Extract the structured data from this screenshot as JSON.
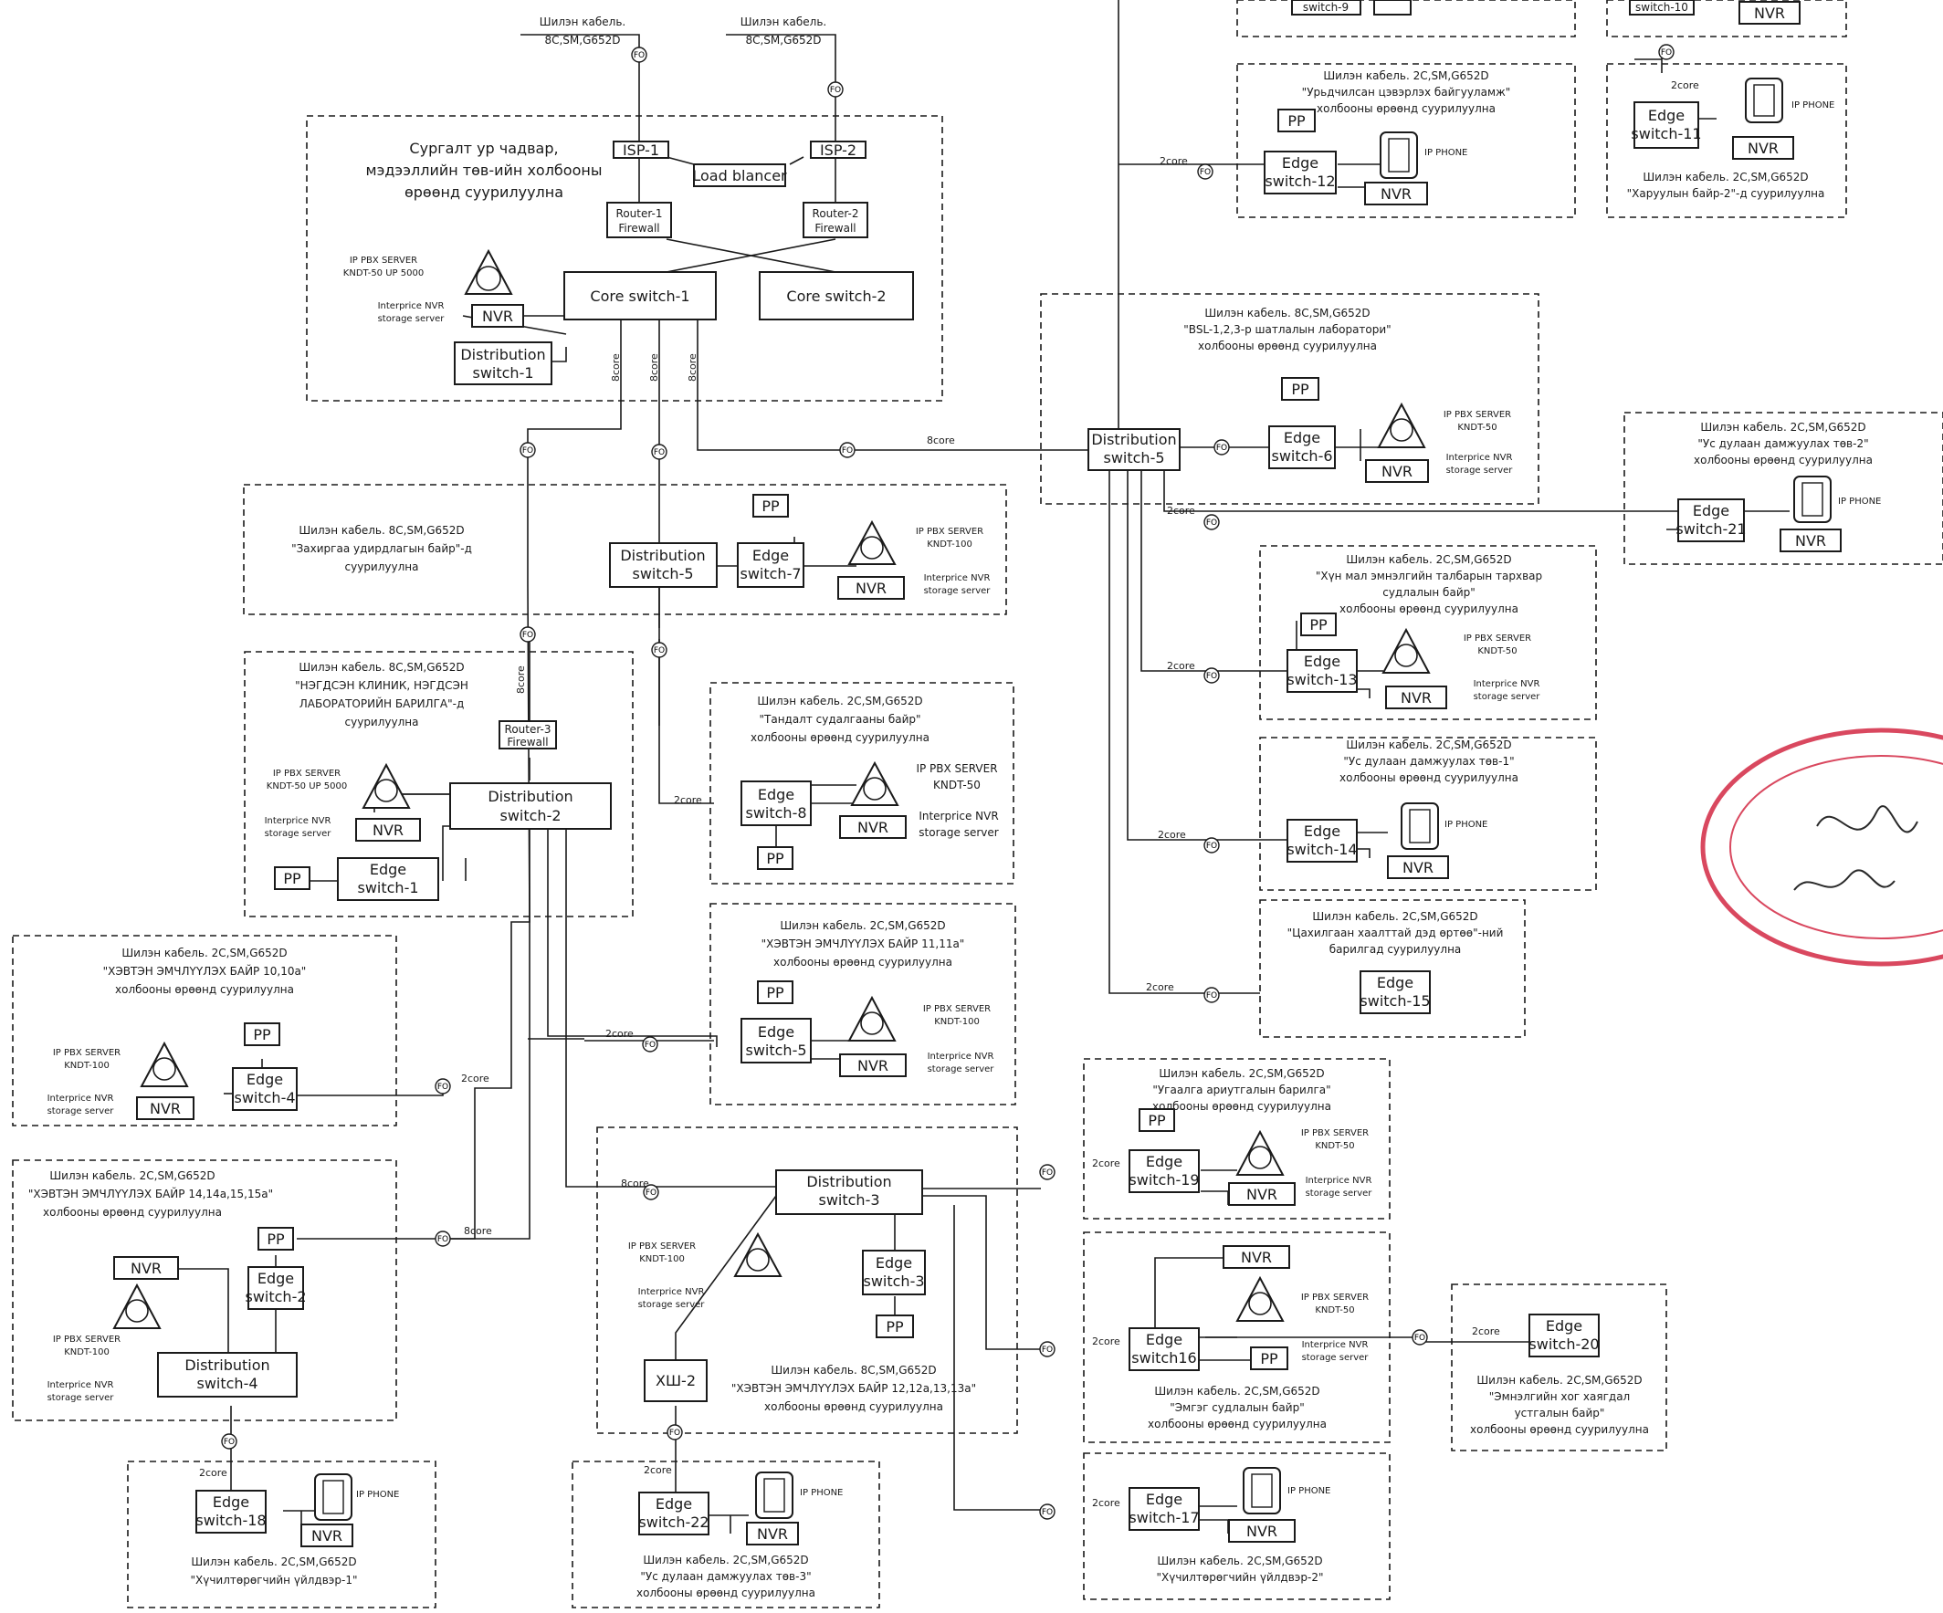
{
  "diagram": {
    "fo_label": "FO",
    "top_cables": [
      {
        "line1": "Шилэн кабель.",
        "line2": "8C,SM,G652D"
      },
      {
        "line1": "Шилэн кабель.",
        "line2": "8C,SM,G652D"
      }
    ],
    "core": {
      "title": [
        "Сургалт ур чадвар,",
        "мэдээллийн төв-ийн холбооны",
        "өрөөнд суурилуулна"
      ],
      "isp1": "ISP-1",
      "isp2": "ISP-2",
      "load_balancer": "Load blancer",
      "router1": [
        "Router-1",
        "Firewall"
      ],
      "router2": [
        "Router-2",
        "Firewall"
      ],
      "core1": "Core switch-1",
      "core2": "Core switch-2",
      "pbx": [
        "IP PBX SERVER",
        "KNDT-50 UP 5000"
      ],
      "nvr": "NVR",
      "nvr_note": [
        "Interprice NVR",
        "storage server"
      ],
      "dist1": [
        "Distribution",
        "switch-1"
      ]
    },
    "labels": {
      "pp": "PP",
      "nvr": "NVR",
      "ip_phone": "IP PHONE",
      "pbx100": [
        "IP PBX SERVER",
        "KNDT-100"
      ],
      "pbx50": [
        "IP PBX SERVER",
        "KNDT-50"
      ],
      "nvr_note": [
        "Interprice NVR",
        "storage server"
      ],
      "core8": "8core",
      "core2": "2core"
    },
    "zones": {
      "zahirgaa": {
        "text": [
          "Шилэн кабель. 8C,SM,G652D",
          "\"Захиргаа удирдлагын байр\"-д",
          "суурилуулна"
        ],
        "dist": [
          "Distribution",
          "switch-5"
        ],
        "edge": [
          "Edge",
          "switch-7"
        ]
      },
      "clinic": {
        "text": [
          "Шилэн кабель. 8C,SM,G652D",
          "\"НЭГДСЭН КЛИНИК, НЭГДСЭН",
          "ЛАБОРАТОРИЙН БАРИЛГА\"-д",
          "суурилуулна"
        ],
        "router": [
          "Router-3",
          "Firewall"
        ],
        "dist": [
          "Distribution",
          "switch-2"
        ],
        "pbx": [
          "IP PBX SERVER",
          "KNDT-50 UP 5000"
        ],
        "edge": [
          "Edge",
          "switch-1"
        ]
      },
      "tandalt": {
        "text": [
          "Шилэн кабель. 2C,SM,G652D",
          "\"Тандалт судалгааны байр\"",
          "холбооны өрөөнд суурилуулна"
        ],
        "edge": [
          "Edge",
          "switch-8"
        ]
      },
      "dorm11": {
        "text": [
          "Шилэн кабель. 2C,SM,G652D",
          "\"ХЭВТЭН ЭМЧЛҮҮЛЭХ БАЙР 11,11а\"",
          "холбооны өрөөнд суурилуулна"
        ],
        "edge": [
          "Edge",
          "switch-5"
        ]
      },
      "dorm10": {
        "text": [
          "Шилэн кабель. 2C,SM,G652D",
          "\"ХЭВТЭН ЭМЧЛҮҮЛЭХ БАЙР 10,10а\"",
          "холбооны өрөөнд суурилуулна"
        ],
        "edge": [
          "Edge",
          "switch-4"
        ]
      },
      "dorm14": {
        "text": [
          "Шилэн кабель. 2C,SM,G652D",
          "\"ХЭВТЭН ЭМЧЛҮҮЛЭХ БАЙР 14,14а,15,15а\"",
          "холбооны өрөөнд суурилуулна"
        ],
        "edge": [
          "Edge",
          "switch-2"
        ],
        "dist": [
          "Distribution",
          "switch-4"
        ]
      },
      "dorm12": {
        "text": [
          "Шилэн кабель. 8C,SM,G652D",
          "\"ХЭВТЭН ЭМЧЛҮҮЛЭХ БАЙР 12,12а,13,13а\"",
          "холбооны өрөөнд суурилуулна"
        ],
        "dist": [
          "Distribution",
          "switch-3"
        ],
        "edge": [
          "Edge",
          "switch-3"
        ],
        "hsh": "ХШ-2"
      },
      "gen1": {
        "text": [
          "Шилэн кабель. 2C,SM,G652D",
          "\"Хүчилтөрөгчийн үйлдвэр-1\""
        ],
        "edge": [
          "Edge",
          "switch-18"
        ]
      },
      "us3": {
        "text": [
          "Шилэн кабель. 2C,SM,G652D",
          "\"Ус дулаан дамжуулах төв-3\"",
          "холбооны өрөөнд суурилуулна"
        ],
        "edge": [
          "Edge",
          "switch-22"
        ]
      },
      "uragsh": {
        "text": [
          "Шилэн кабель. 2C,SM,G652D",
          "\"Урьдчилсан цэвэрлэх байгууламж\"",
          "холбооны өрөөнд суурилуулна"
        ],
        "edge": [
          "Edge",
          "switch-12"
        ]
      },
      "harуul": {
        "text": [
          "Шилэн кабель. 2C,SM,G652D",
          "\"Харуулын байр-2\"-д суурилуулна"
        ],
        "edge": [
          "Edge",
          "switch-11"
        ],
        "top": "switch-10"
      },
      "top_left": {
        "edge": "switch-9"
      },
      "bsl": {
        "text": [
          "Шилэн кабель. 8C,SM,G652D",
          "\"BSL-1,2,3-р шатлалын лаборатори\"",
          "холбооны өрөөнд суурилуулна"
        ],
        "dist": [
          "Distribution",
          "switch-5"
        ],
        "edge": [
          "Edge",
          "switch-6"
        ]
      },
      "us2": {
        "text": [
          "Шилэн кабель. 2C,SM,G652D",
          "\"Ус дулаан дамжуулах төв-2\"",
          "холбооны өрөөнд суурилуулна"
        ],
        "edge": [
          "Edge",
          "switch-21"
        ]
      },
      "mal": {
        "text": [
          "Шилэн кабель. 2C,SM,G652D",
          "\"Хүн мал эмнэлгийн талбарын тархвар",
          "судлалын байр\"",
          "холбооны өрөөнд суурилуулна"
        ],
        "edge": [
          "Edge",
          "switch-13"
        ]
      },
      "us1": {
        "text": [
          "Шилэн кабель. 2C,SM,G652D",
          "\"Ус дулаан дамжуулах төв-1\"",
          "холбооны өрөөнд суурилуулна"
        ],
        "edge": [
          "Edge",
          "switch-14"
        ]
      },
      "tsah": {
        "text": [
          "Шилэн кабель. 2C,SM,G652D",
          "\"Цахилгаан хаалттай дэд өртөө\"-ний",
          "барилгад суурилуулна"
        ],
        "edge": [
          "Edge",
          "switch-15"
        ]
      },
      "ugaalga": {
        "text": [
          "Шилэн кабель. 2C,SM,G652D",
          "\"Угаалга ариутгалын барилга\"",
          "холбооны өрөөнд суурилуулна"
        ],
        "edge": [
          "Edge",
          "switch-19"
        ]
      },
      "emeg": {
        "text": [
          "Шилэн кабель. 2C,SM,G652D",
          "\"Эмгэг судлалын байр\"",
          "холбооны өрөөнд суурилуулна"
        ],
        "edge": [
          "Edge",
          "switch16"
        ]
      },
      "hog": {
        "text": [
          "Шилэн кабель. 2C,SM,G652D",
          "\"Эмнэлгийн хог хаягдал",
          "устгалын байр\"",
          "холбооны өрөөнд суурилуулна"
        ],
        "edge": [
          "Edge",
          "switch-20"
        ]
      },
      "gen2": {
        "text": [
          "Шилэн кабель. 2C,SM,G652D",
          "\"Хүчилтөрөгчийн үйлдвэр-2\""
        ],
        "edge": [
          "Edge",
          "switch-17"
        ]
      }
    }
  }
}
